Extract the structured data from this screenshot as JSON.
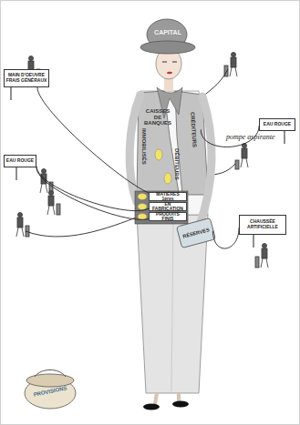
{
  "diagram": {
    "nodes": [
      {
        "text": [
          "MAIN D'OEUVRE FRAIS GÉNÉRAUX"
        ]
      },
      {
        "text": [
          "EAU ROUGE"
        ]
      },
      {
        "text": [
          "EAU ROUGE"
        ]
      },
      {
        "text": [
          "CHAUSSÉE ARTIFICIELLE"
        ]
      },
      {
        "text": [
          "CAPITAL"
        ]
      },
      {
        "text": [
          "CAISSES DE BANQUES"
        ]
      },
      {
        "text": [
          "IMMOBILISÉS"
        ]
      },
      {
        "text": [
          "DÉBITEURS"
        ]
      },
      {
        "text": [
          "CRÉDITEURS"
        ]
      },
      {
        "text": [
          "MATIÈRES 1ères"
        ]
      },
      {
        "text": [
          "EN FABRICATION"
        ]
      },
      {
        "text": [
          "PRODUITS FINIS"
        ]
      },
      {
        "text": [
          "RÉSERVES"
        ]
      },
      {
        "text": [
          "PROVISIONS"
        ]
      }
    ],
    "edges": [
      {
        "from": 0,
        "to": 9,
        "arrow": "none"
      },
      {
        "from": 1,
        "to": 8,
        "arrow": "none"
      },
      {
        "from": 2,
        "to": 10,
        "arrow": "none"
      },
      {
        "from": 2,
        "to": 11,
        "arrow": "none"
      },
      {
        "from": 3,
        "to": 12,
        "arrow": "none"
      }
    ],
    "labels": [
      "pompe aspirante"
    ]
  }
}
